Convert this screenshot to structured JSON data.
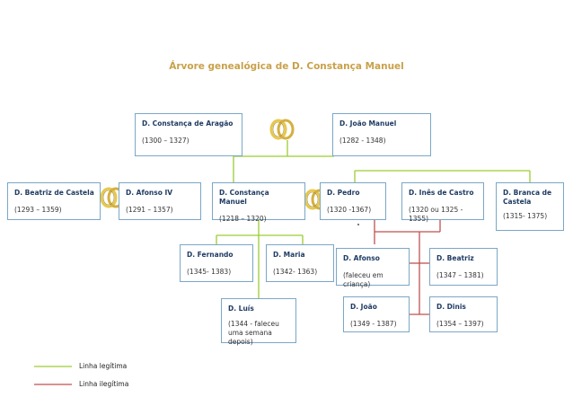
{
  "title": "Árvore genealógica de D. Constança Manuel",
  "people": {
    "constanca_aragao": {
      "name": "D. Constança de Aragão",
      "dates": "(1300 – 1327)"
    },
    "joao_manuel": {
      "name": "D. João Manuel",
      "dates": "(1282 - 1348)"
    },
    "beatriz_castela": {
      "name": "D. Beatriz de Castela",
      "dates": "(1293 – 1359)"
    },
    "afonso_iv": {
      "name": "D. Afonso IV",
      "dates": "(1291 – 1357)"
    },
    "constanca_manuel": {
      "name": "D. Constança Manuel",
      "dates": "(1218 – 1320)"
    },
    "pedro": {
      "name": "D. Pedro",
      "dates": "(1320 -1367)"
    },
    "ines_castro": {
      "name": "D. Inês de Castro",
      "dates": "(1320 ou 1325 - 1355)"
    },
    "branca_castela": {
      "name": "D. Branca de Castela",
      "dates": "(1315- 1375)"
    },
    "fernando": {
      "name": "D. Fernando",
      "dates": "(1345- 1383)"
    },
    "maria": {
      "name": "D. Maria",
      "dates": "(1342- 1363)"
    },
    "afonso": {
      "name": "D. Afonso",
      "dates": "(faleceu em criança)"
    },
    "beatriz": {
      "name": "D. Beatriz",
      "dates": "(1347 – 1381)"
    },
    "luis": {
      "name": "D. Luís",
      "dates": "(1344 - faleceu uma semana depois)"
    },
    "joao": {
      "name": "D. João",
      "dates": "(1349 - 1387)"
    },
    "dinis": {
      "name": "D. Dinis",
      "dates": "(1354 – 1397)"
    }
  },
  "legend": {
    "legit_label": "Linha legítima",
    "illegit_label": "Linha ilegítima"
  },
  "colors": {
    "legit": "#9acd32",
    "illegit": "#c0504d",
    "rings": "#e8c84a"
  }
}
